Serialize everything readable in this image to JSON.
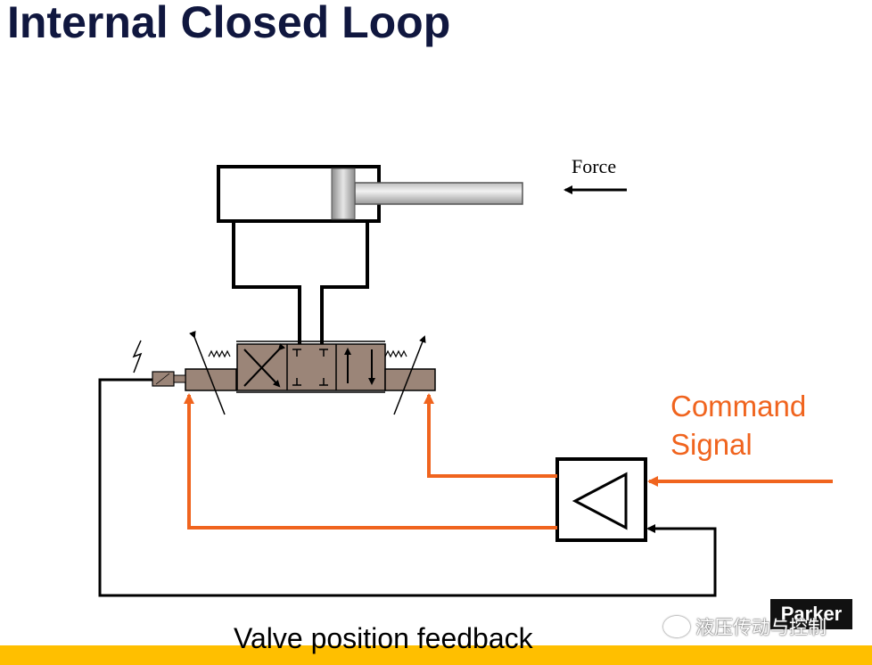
{
  "title": "Internal Closed Loop",
  "force_label": "Force",
  "command": {
    "line1": "Command",
    "line2": "Signal"
  },
  "caption": "Valve position feedback",
  "watermark": "液压传动与控制",
  "logo": "Parker",
  "colors": {
    "title": "#10173f",
    "signal_orange": "#f0641e",
    "valve_body": "#9b8578",
    "footer_bar": "#ffbf00"
  }
}
